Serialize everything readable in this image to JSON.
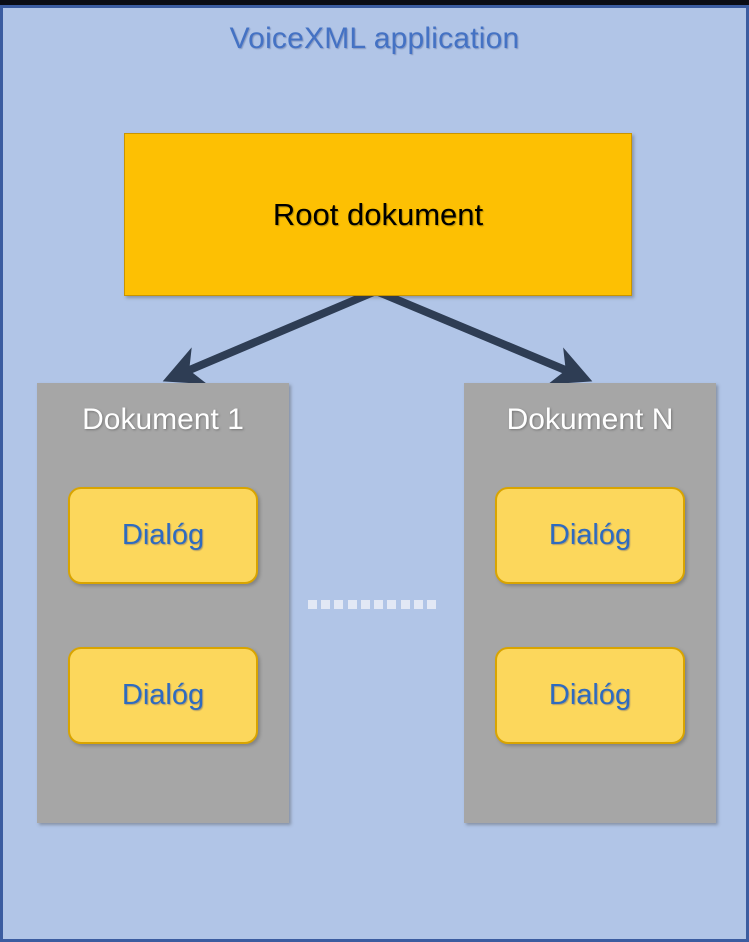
{
  "diagram": {
    "title": "VoiceXML application",
    "root": {
      "label": "Root dokument"
    },
    "documents": [
      {
        "title": "Dokument 1",
        "dialogs": [
          {
            "label": "Dialóg"
          },
          {
            "label": "Dialóg"
          }
        ]
      },
      {
        "title": "Dokument N",
        "dialogs": [
          {
            "label": "Dialóg"
          },
          {
            "label": "Dialóg"
          }
        ]
      }
    ],
    "separator": {
      "style": "dotted",
      "dot_count": 10
    },
    "connectors": [
      {
        "from": "root-document",
        "to": "document-panel-1",
        "arrow": "arrow-to-document-1"
      },
      {
        "from": "root-document",
        "to": "document-panel-n",
        "arrow": "arrow-to-document-n"
      }
    ],
    "colors": {
      "background": "#b1c5e7",
      "frame_border": "#3b5ca0",
      "top_strip": "#0a0c14",
      "title_text": "#4472c4",
      "root_fill": "#fdc003",
      "root_border": "#c99400",
      "root_text": "#000000",
      "panel_fill": "#a6a6a6",
      "panel_title_text": "#ffffff",
      "dialog_fill": "#fcd75c",
      "dialog_border": "#d9a400",
      "dialog_text": "#2e6bc0",
      "arrow": "#2e3d54",
      "separator_dot": "#e2e8f5"
    }
  }
}
